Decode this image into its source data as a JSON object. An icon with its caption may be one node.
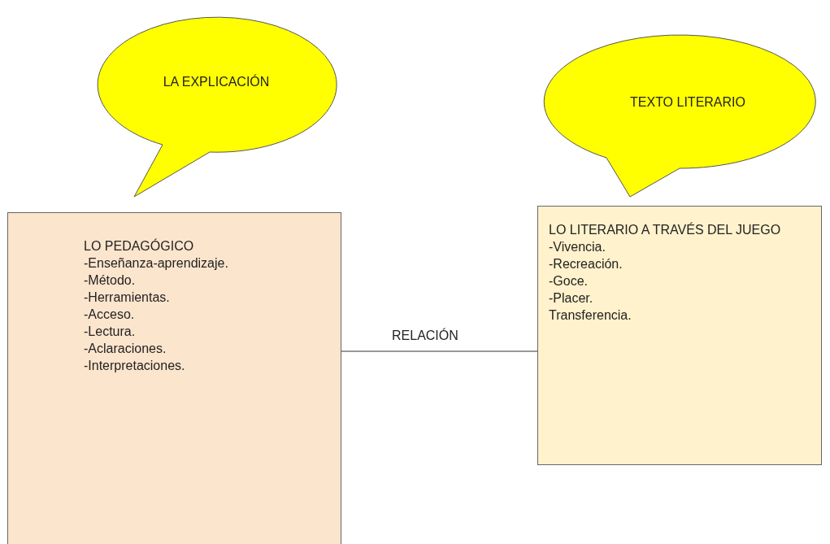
{
  "diagram": {
    "nodes": [
      {
        "text": [
          "LA EXPLICACIÓN"
        ]
      },
      {
        "text": [
          "TEXTO LITERARIO"
        ]
      },
      {
        "text": [
          "LO PEDAGÓGICO",
          "-Enseñanza-aprendizaje.",
          "-Método.",
          "-Herramientas.",
          "-Acceso.",
          "-Lectura.",
          "-Aclaraciones.",
          "-Interpretaciones."
        ]
      },
      {
        "text": [
          "LO LITERARIO A TRAVÉS DEL JUEGO",
          "-Vivencia.",
          "-Recreación.",
          "-Goce.",
          "-Placer.",
          "Transferencia."
        ]
      }
    ],
    "edges": [
      {
        "from": 2,
        "to": 3,
        "arrow": "none",
        "label": "RELACIÓN"
      }
    ]
  }
}
